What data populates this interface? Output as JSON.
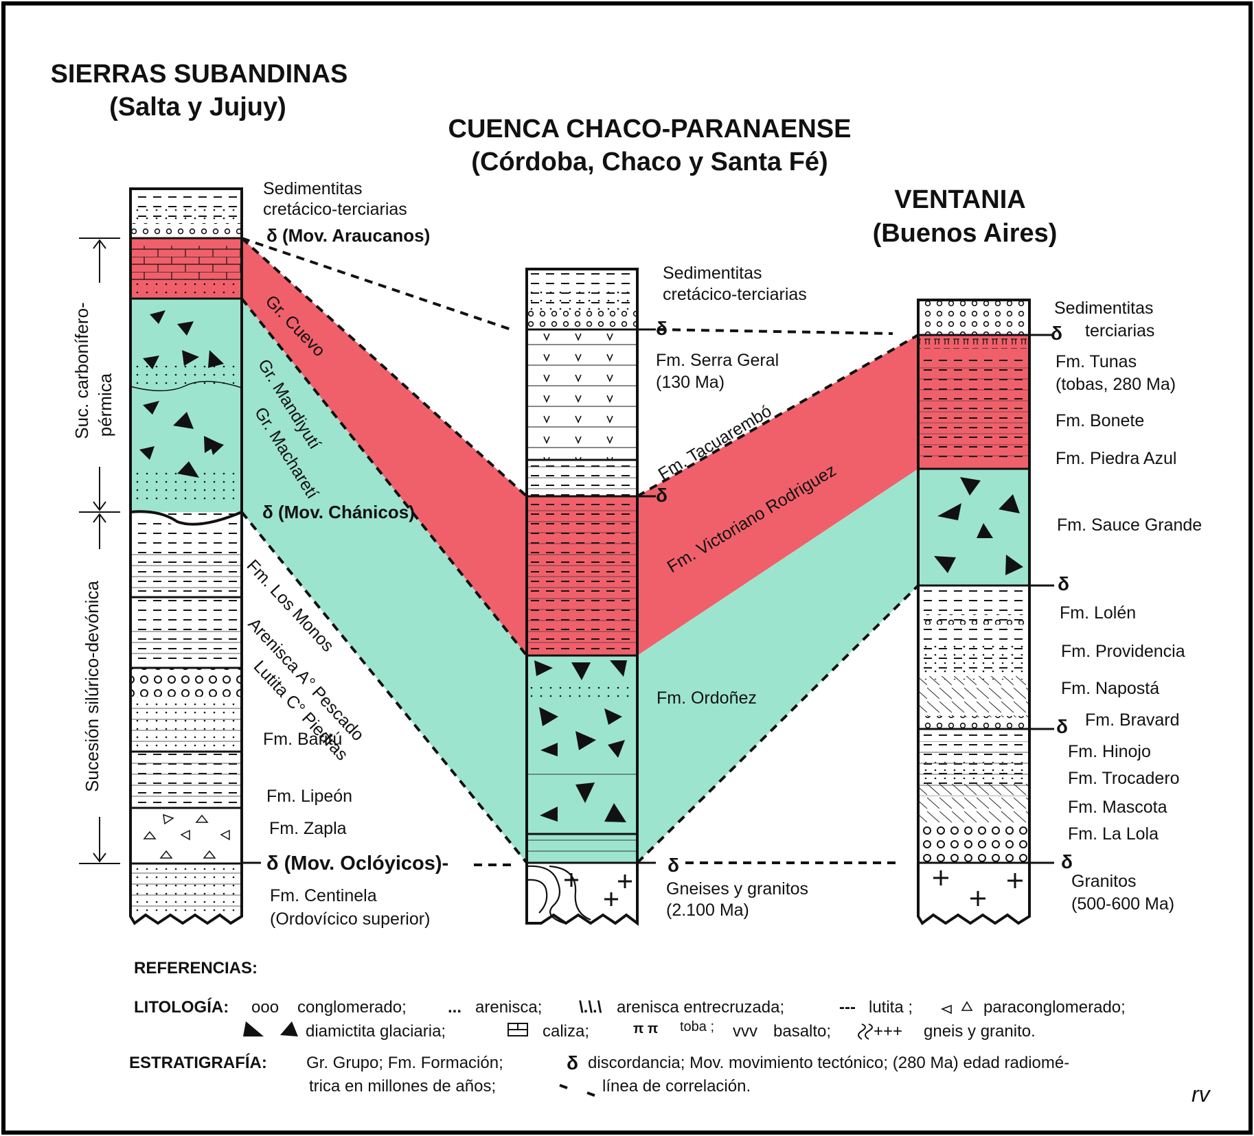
{
  "colors": {
    "red": "#f0606b",
    "green": "#9de4cf",
    "line": "#111111"
  },
  "titles": {
    "sub_1": "SIERRAS SUBANDINAS",
    "sub_2": "(Salta y Jujuy)",
    "chaco_1": "CUENCA CHACO-PARANAENSE",
    "chaco_2": "(Córdoba, Chaco y Santa Fé)",
    "ven_1": "VENTANIA",
    "ven_2": "(Buenos Aires)"
  },
  "side": {
    "upper_1": "Suc. carbonífero-",
    "upper_2": "pérmica",
    "lower": "Sucesión silúrico-devónica"
  },
  "col1": {
    "sed_1": "Sedimentitas",
    "sed_2": "cretácico-terciarias",
    "mov_araucanos": "δ (Mov. Araucanos)",
    "mov_chanicos": "δ (Mov. Chánicos)",
    "baritu": "Fm. Baritú",
    "lipeon": "Fm. Lipeón",
    "zapla": "Fm. Zapla",
    "mov_ocloyicos": "δ (Mov. Oclóyicos)-",
    "centinela_1": "Fm. Centinela",
    "centinela_2": "(Ordovícico superior)"
  },
  "diag": {
    "cuevo": "Gr. Cuevo",
    "mandiyuti": "Gr. Mandiyutí",
    "macharet": "Gr. Macharetí",
    "los_monos": "Fm. Los Monos",
    "arenisca": "Arenisca A° Pescado",
    "lutita": "Lutita C° Piedras",
    "tacuarembo": "Fm. Tacuarembó",
    "victoriano": "Fm. Victoriano Rodriguez"
  },
  "col2": {
    "sed_1": "Sedimentitas",
    "sed_2": "cretácico-terciarias",
    "delta_top": "δ",
    "serra_1": "Fm. Serra Geral",
    "serra_2": "(130 Ma)",
    "delta_mid": "δ",
    "ordonez": "Fm. Ordoñez",
    "delta_bot": "δ",
    "gneis_1": "Gneises y granitos",
    "gneis_2": "(2.100 Ma)"
  },
  "col3": {
    "sed_1": "Sedimentitas",
    "sed_2": "terciarias",
    "delta_top": "δ",
    "tunas_1": "Fm. Tunas",
    "tunas_2": "(tobas, 280 Ma)",
    "bonete": "Fm. Bonete",
    "piedra_azul": "Fm. Piedra Azul",
    "sauce": "Fm. Sauce Grande",
    "delta_2": "δ",
    "lolen": "Fm. Lolén",
    "providencia": "Fm. Providencia",
    "naposta": "Fm. Napostá",
    "delta_3": "δ",
    "bravard": "Fm. Bravard",
    "hinojo": "Fm. Hinojo",
    "trocadero": "Fm. Trocadero",
    "mascota": "Fm. Mascota",
    "la_lola": "Fm. La Lola",
    "delta_bot": "δ",
    "granitos_1": "Granitos",
    "granitos_2": "(500-600 Ma)"
  },
  "refs": {
    "title": "REFERENCIAS:",
    "lit_label": "LITOLOGÍA:",
    "ooo": "ooo",
    "conglomerado": "conglomerado;",
    "dots": "...",
    "arenisca": "arenisca;",
    "cross_sym": "\\.\\.\\",
    "entrecruzada": "arenisca entrecruzada;",
    "dash_sym": "---",
    "lutita": "lutita ;",
    "paraconglomerado": "paraconglomerado;",
    "diamictita": "diamictita glaciaria;",
    "caliza": "caliza;",
    "pi_sym": "π π",
    "toba": "toba ;",
    "vvv": "vvv",
    "basalto": "basalto;",
    "plus_sym": "+++",
    "gneis": "gneis y granito.",
    "estr_label": "ESTRATIGRAFÍA:",
    "estr_1": "Gr. Grupo;  Fm. Formación;",
    "delta": "δ",
    "estr_2": "discordancia; Mov. movimiento tectónico; (280 Ma) edad radiomé-",
    "estr_3": "trica en millones de años;",
    "estr_4": "línea de correlación."
  },
  "signature": "rv"
}
